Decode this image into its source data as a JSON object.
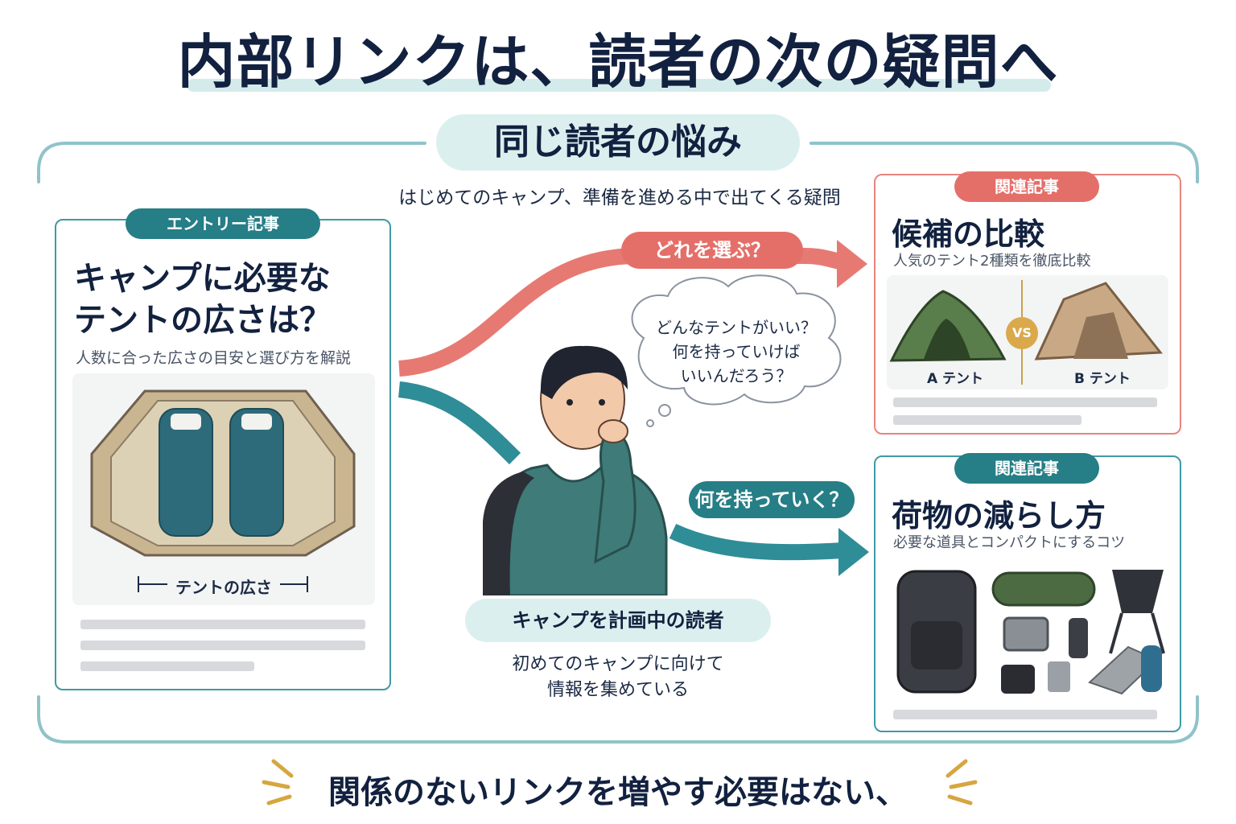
{
  "title": "内部リンクは、読者の次の疑問へ",
  "section": {
    "label": "同じ読者の悩み",
    "subtitle": "はじめてのキャンプ、準備を進める中で出てくる疑問"
  },
  "entry_card": {
    "tag": "エントリー記事",
    "title_line1": "キャンプに必要な",
    "title_line2": "テントの広さは？",
    "subtitle": "人数に合った広さの目安と選び方を解説",
    "dimension_label": "テントの広さ"
  },
  "reader": {
    "thought_line1": "どんなテントがいい？",
    "thought_line2": "何を持っていけば",
    "thought_line3": "いいんだろう？",
    "label": "キャンプを計画中の読者",
    "desc_line1": "初めてのキャンプに向けて",
    "desc_line2": "情報を集めている"
  },
  "questions": {
    "which": "どれを選ぶ？",
    "what": "何を持っていく？"
  },
  "related_compare": {
    "tag": "関連記事",
    "title": "候補の比較",
    "subtitle": "人気のテント2種類を徹底比較",
    "vs": "VS",
    "tent_a": "A テント",
    "tent_b": "B テント"
  },
  "related_pack": {
    "tag": "関連記事",
    "title": "荷物の減らし方",
    "subtitle": "必要な道具とコンパクトにするコツ"
  },
  "bottom_message": "関係のないリンクを増やす必要はない、",
  "colors": {
    "teal": "#267e86",
    "coral": "#e46f69",
    "navy": "#12213f",
    "frame": "#8fc3c9"
  }
}
